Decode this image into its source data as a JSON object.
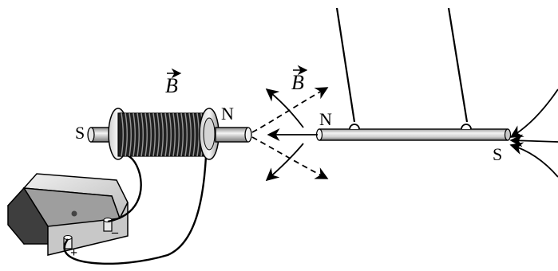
{
  "labels": {
    "solenoid_field": "B",
    "external_field": "B",
    "solenoid_left_pole": "S",
    "solenoid_right_pole": "N",
    "rod_left_pole": "N",
    "rod_right_pole": "S"
  },
  "battery": {
    "plus_terminal": "+",
    "minus_terminal": "–"
  },
  "colors": {
    "ink": "#000000",
    "rod_light": "#e4e4e4",
    "rod_dark": "#7a7a7a",
    "coil_dark": "#1a1a1a",
    "battery_top": "#d6d6d6",
    "battery_front": "#9a9a9a",
    "battery_side": "#4a4a4a"
  }
}
